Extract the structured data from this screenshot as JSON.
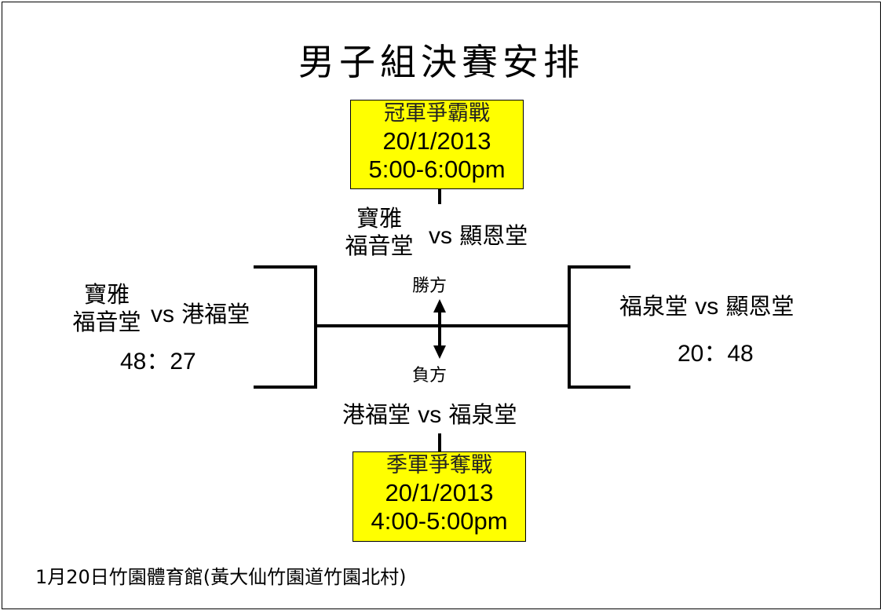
{
  "title": "男子組決賽安排",
  "final_box": {
    "name": "冠軍爭霸戰",
    "date": "20/1/2013",
    "time": "5:00-6:00pm"
  },
  "third_box": {
    "name": "季軍爭奪戰",
    "date": "20/1/2013",
    "time": "4:00-5:00pm"
  },
  "final_match": {
    "team1_line1": "寶雅",
    "team1_line2": "福音堂",
    "vs": "vs",
    "team2": "顯恩堂"
  },
  "third_match": {
    "team1": "港福堂",
    "vs": "vs",
    "team2": "福泉堂"
  },
  "semi_left": {
    "team1_line1": "寶雅",
    "team1_line2": "福音堂",
    "vs": "vs",
    "team2": "港福堂",
    "score": "48：27"
  },
  "semi_right": {
    "team1": "福泉堂",
    "vs": "vs",
    "team2": "顯恩堂",
    "score": "20：48"
  },
  "labels": {
    "winner": "勝方",
    "loser": "負方"
  },
  "footer": "1月20日竹園體育館(黃大仙竹園道竹園北村)"
}
